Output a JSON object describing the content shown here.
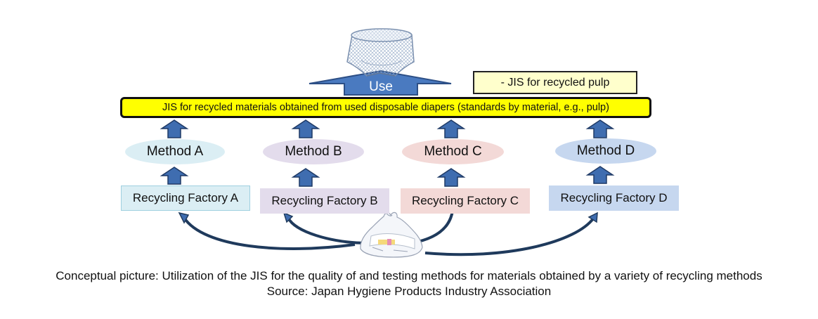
{
  "use_label": "Use",
  "banner_text": "JIS for recycled materials obtained from used disposable diapers (standards by material, e.g., pulp)",
  "pulp_note": "- JIS for recycled pulp",
  "methods": [
    "Method A",
    "Method B",
    "Method C",
    "Method D"
  ],
  "factories": [
    "Recycling Factory A",
    "Recycling Factory B",
    "Recycling Factory C",
    "Recycling Factory D"
  ],
  "caption_line1": "Conceptual picture: Utilization of the JIS for the quality of and testing methods for materials obtained by a variety of recycling methods",
  "caption_line2": "Source: Japan Hygiene Products Industry Association",
  "icons": {
    "diaper": "diaper-icon",
    "waste_bag": "waste-bag-icon"
  },
  "colors": {
    "arrow_fill": "#3f6db0",
    "arrow_stroke": "#1f3a66",
    "use_arrow": "#4a7ac0",
    "banner_fill": "#ffff00",
    "pulp_fill": "#ffffcc",
    "method_a": "#dbeef4",
    "method_b": "#e3dcec",
    "method_c": "#f3d9d7",
    "method_d": "#c6d7ef",
    "factory_a": "#dbeef4",
    "factory_b": "#e3dcec",
    "factory_c": "#f3d9d7",
    "factory_d": "#c6d7ef"
  }
}
